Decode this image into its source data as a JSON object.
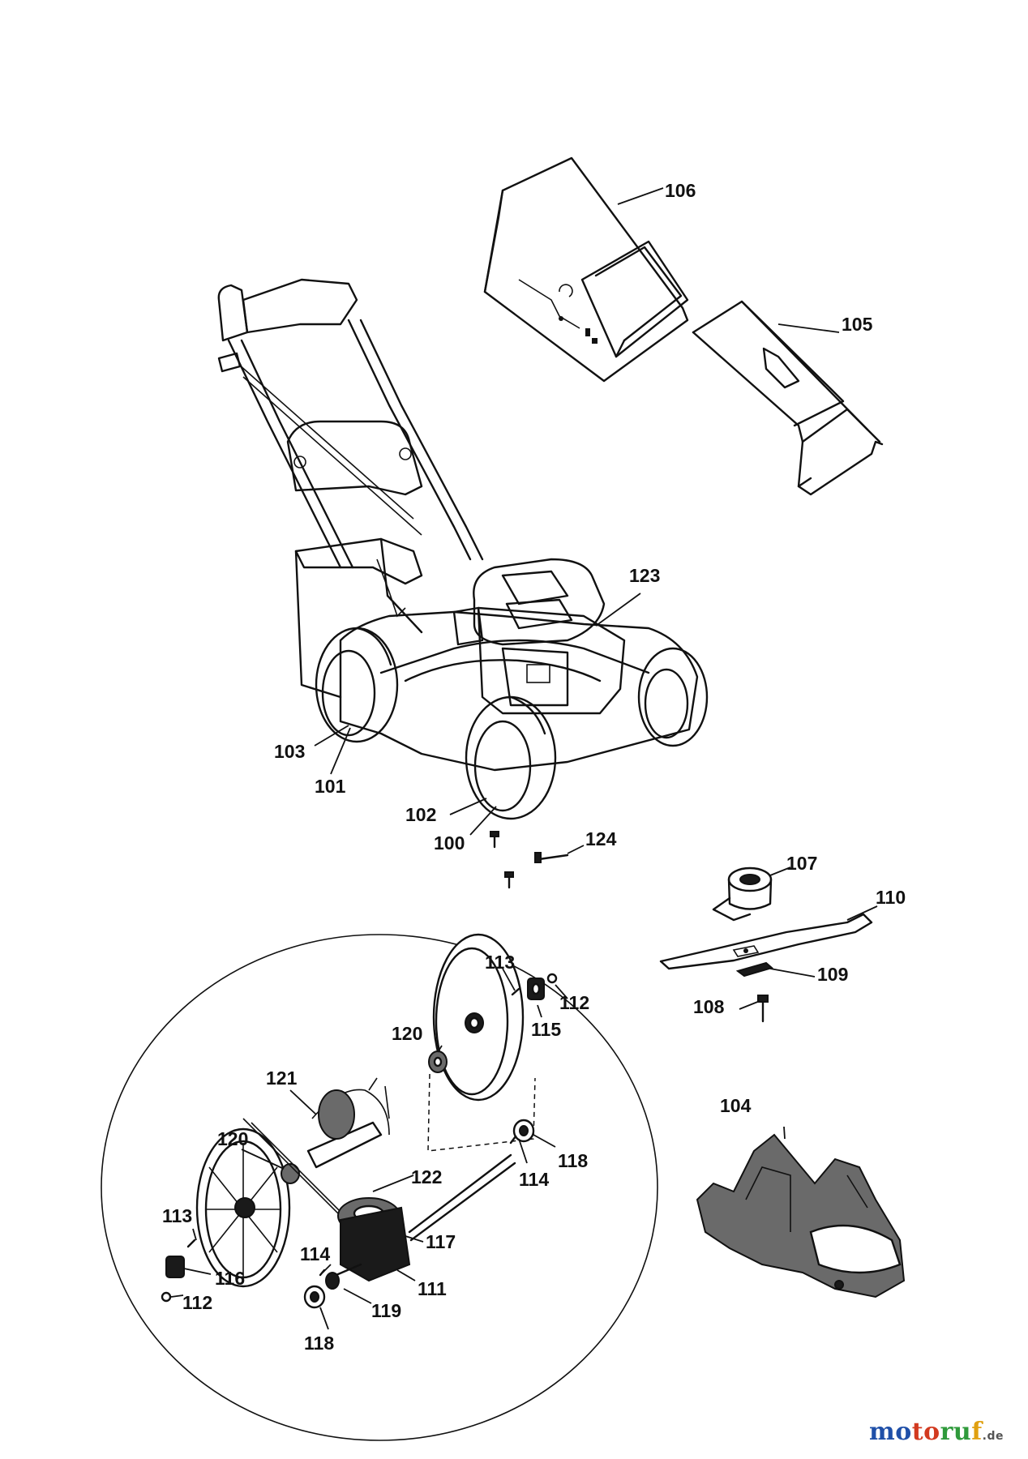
{
  "labels": {
    "p100": "100",
    "p101": "101",
    "p102": "102",
    "p103": "103",
    "p104": "104",
    "p105": "105",
    "p106": "106",
    "p107": "107",
    "p108": "108",
    "p109": "109",
    "p110": "110",
    "p111": "111",
    "p112a": "112",
    "p112b": "112",
    "p113a": "113",
    "p113b": "113",
    "p114a": "114",
    "p114b": "114",
    "p115": "115",
    "p116": "116",
    "p117": "117",
    "p118a": "118",
    "p118b": "118",
    "p119": "119",
    "p120a": "120",
    "p120b": "120",
    "p121": "121",
    "p122": "122",
    "p123": "123",
    "p124": "124"
  },
  "watermark": {
    "part1": "mo",
    "part2": "to",
    "part3": "ru",
    "part4": "f",
    "tld": ".de"
  }
}
